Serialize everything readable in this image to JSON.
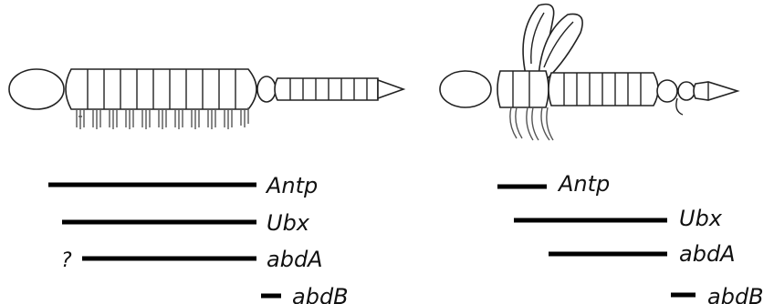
{
  "left_panel": {
    "expression": [
      {
        "gene": "Antp"
      },
      {
        "gene": "Ubx"
      },
      {
        "gene": "abdA",
        "prefix": "?"
      },
      {
        "gene": "abdB"
      }
    ]
  },
  "right_panel": {
    "expression": [
      {
        "gene": "Antp"
      },
      {
        "gene": "Ubx"
      },
      {
        "gene": "abdA"
      },
      {
        "gene": "abdB"
      }
    ]
  },
  "colors": {
    "bar": "#000000",
    "outline": "#222222",
    "background": "#ffffff"
  }
}
